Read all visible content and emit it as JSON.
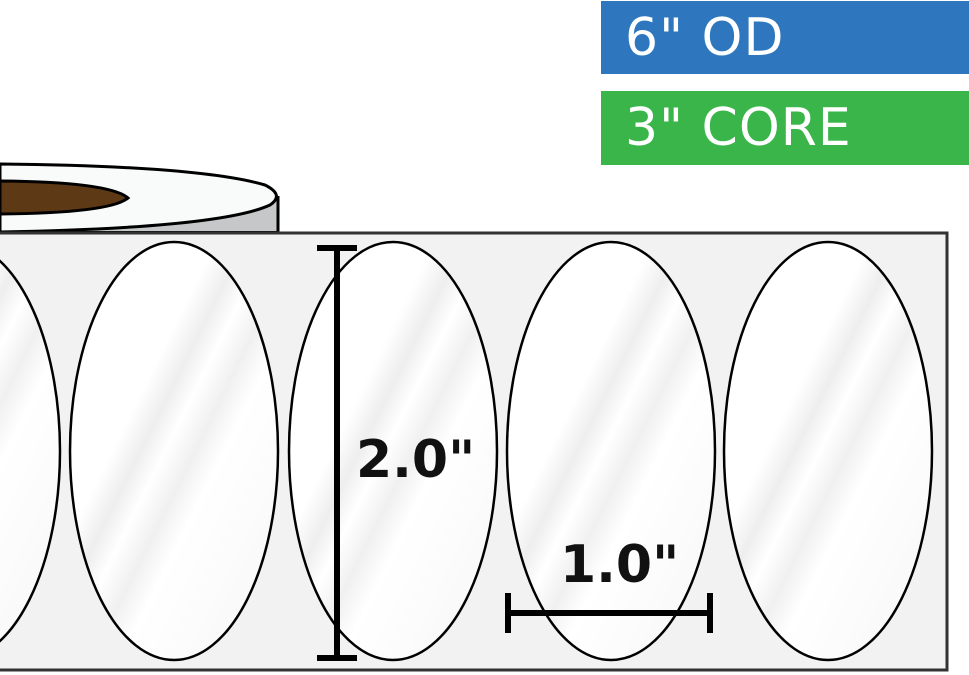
{
  "badges": {
    "outer_diameter": {
      "label": "6\" OD",
      "color": "#2e77be"
    },
    "core": {
      "label": "3\" CORE",
      "color": "#3ab54a"
    }
  },
  "label": {
    "shape": "oval",
    "height_label": "2.0\"",
    "width_label": "1.0\"",
    "visible_count": 5
  },
  "colors": {
    "core": "#5e3915",
    "roll_top": "#f9fafa",
    "roll_side": "#c6c7c9",
    "liner": "#f2f2f2",
    "label_fill": "#ffffff",
    "stroke": "#000000"
  }
}
